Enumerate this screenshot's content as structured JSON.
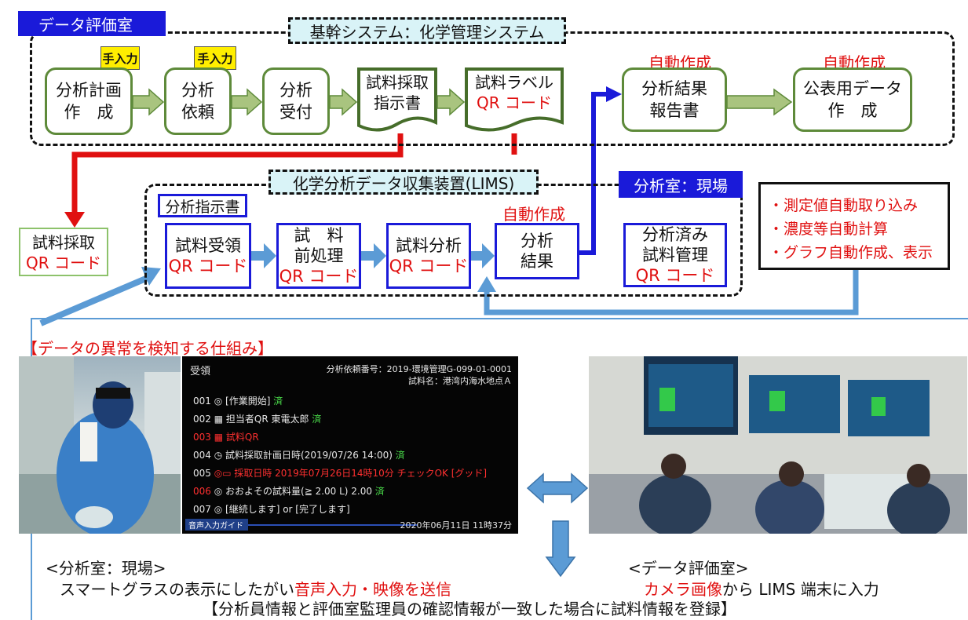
{
  "header": {
    "room_label": "データ評価室",
    "core_system_label": "基幹システム：化学管理システム"
  },
  "input_tags": [
    "手入力",
    "手入力"
  ],
  "core_flow": {
    "plan": [
      "分析計画",
      "作　成"
    ],
    "request": [
      "分析",
      "依頼"
    ],
    "receive": [
      "分析",
      "受付"
    ],
    "sampling_doc": [
      "試料採取",
      "指示書"
    ],
    "label_doc": [
      "試料ラベル",
      "QR コード"
    ],
    "report": [
      "分析結果",
      "報告書"
    ],
    "publish": [
      "公表用データ",
      "作　成"
    ],
    "auto_created": [
      "自動作成",
      "自動作成"
    ]
  },
  "sample_collection": [
    "試料採取",
    "QR コード"
  ],
  "lims": {
    "title": "化学分析データ収集装置(LIMS)",
    "instruction_label": "分析指示書",
    "site_label": "分析室：現場",
    "auto_created": "自動作成",
    "receive": [
      "試料受領",
      "QR コード"
    ],
    "preprocess": [
      "試　料",
      "前処理",
      "QR コード"
    ],
    "analyze": [
      "試料分析",
      "QR コード"
    ],
    "result": [
      "分析",
      "結果"
    ],
    "stored": [
      "分析済み",
      "試料管理",
      "QR コード"
    ]
  },
  "auto_features": [
    "・測定値自動取り込み",
    "・濃度等自動計算",
    "・グラフ自動作成、表示"
  ],
  "detection": {
    "title": "【データの異常を検知する仕組み】",
    "site_caption": "<分析室：現場>",
    "site_desc_prefix": "スマートグラスの表示にしたがい",
    "site_desc_red": "音声入力・映像を送信",
    "room_caption": "<データ評価室>",
    "room_desc_red": "カメラ画像",
    "room_desc_suffix": "から LIMS 端末に入力",
    "footer": "【分析員情報と評価室監理員の確認情報が一致した場合に試料情報を登録】"
  },
  "terminal": {
    "title": "受領",
    "request_no": "分析依頼番号：2019-環境管理G-099-01-0001",
    "sample_name": "試料名：港湾内海水地点Ａ",
    "rows": [
      {
        "id": "001",
        "text": "[作業開始]",
        "status": "済"
      },
      {
        "id": "002",
        "text": "担当者QR 東電太郎",
        "status": "済"
      },
      {
        "id": "003",
        "text": "試料QR",
        "status": ""
      },
      {
        "id": "004",
        "text": "試料採取計画日時(2019/07/26 14:00)",
        "status": "済"
      },
      {
        "id": "005",
        "text": "採取日時 2019年07月26日14時10分 チェックOK [グッド]",
        "status": ""
      },
      {
        "id": "006",
        "text": "おおよその試料量(≧ 2.00 L) 2.00",
        "status": "済"
      },
      {
        "id": "007",
        "text": "[継続します] or [完了します]",
        "status": ""
      }
    ],
    "voice_guide": "音声入力ガイド",
    "datetime": "2020年06月11日 11時37分"
  },
  "colors": {
    "green": "#5e8a3a",
    "blue": "#1a1ad9",
    "red": "#e01010",
    "light_blue": "#5b9bd5",
    "yellow": "#ffee00"
  }
}
